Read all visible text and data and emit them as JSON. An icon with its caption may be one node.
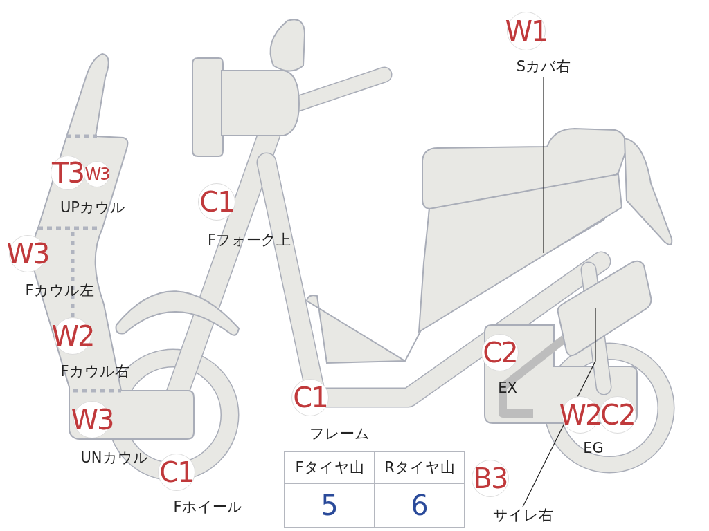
{
  "diagram": {
    "nodes": [
      {
        "text": [
          "W1"
        ]
      },
      {
        "text": [
          "Sカバ右"
        ]
      },
      {
        "text": [],
        "shape": "picture"
      },
      {
        "text": [
          "T3"
        ]
      },
      {
        "text": [
          "W3"
        ]
      },
      {
        "text": [
          "C1"
        ]
      },
      {
        "text": [
          "W3"
        ]
      },
      {
        "text": [
          "W2"
        ]
      },
      {
        "text": [
          "C2"
        ]
      },
      {
        "text": [
          "C1"
        ]
      },
      {
        "text": [
          "W3"
        ]
      },
      {
        "text": [
          "W2"
        ]
      },
      {
        "text": [
          "C2"
        ]
      },
      {
        "text": [
          "C1"
        ]
      },
      {
        "text": [
          "B3"
        ]
      },
      {
        "text": [
          "サイレ右"
        ]
      },
      {
        "text": [],
        "shape": "picture"
      }
    ],
    "edges": [
      {
        "from": 1,
        "to": 2,
        "arrow": "none"
      },
      {
        "from": 15,
        "to": 16,
        "arrow": "none"
      }
    ],
    "labels": [
      "UPカウル",
      "Fフォーク上",
      "Fカウル左",
      "Fカウル右",
      "EX",
      "フレーム",
      "UNカウル",
      "EG",
      "Fホイール",
      "Fタイヤ山",
      "Rタイヤ山",
      "5",
      "6"
    ]
  }
}
